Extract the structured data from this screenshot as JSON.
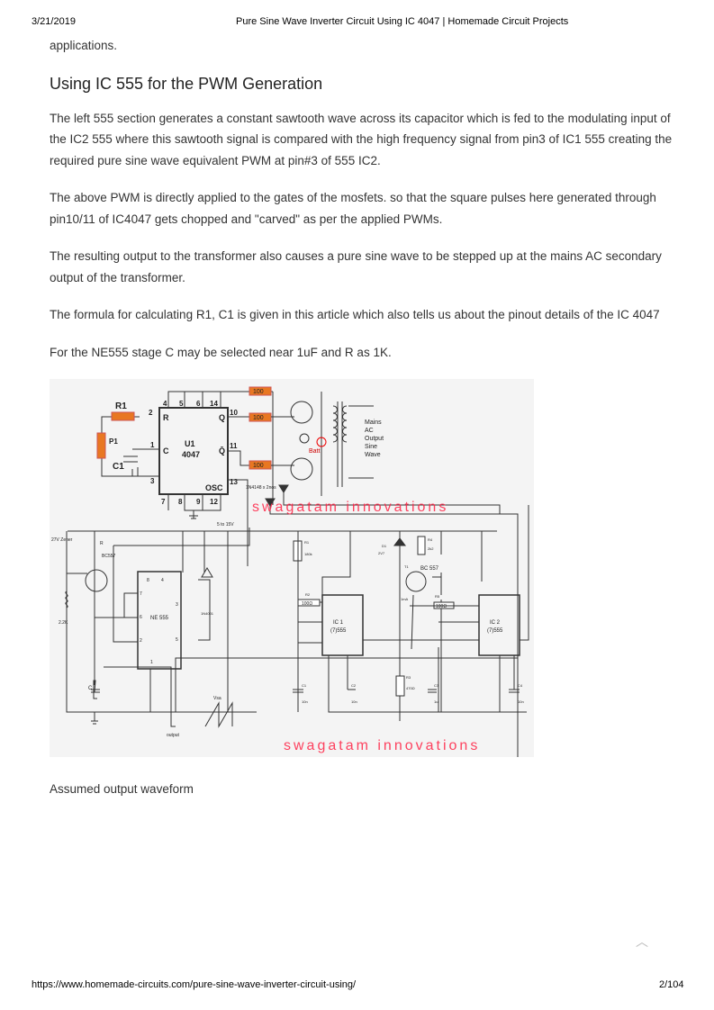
{
  "header": {
    "date": "3/21/2019",
    "title": "Pure Sine Wave Inverter Circuit Using IC 4047 | Homemade Circuit Projects"
  },
  "footer": {
    "url": "https://www.homemade-circuits.com/pure-sine-wave-inverter-circuit-using/",
    "page": "2/104"
  },
  "content": {
    "lead": "applications.",
    "heading": "Using IC 555 for the PWM Generation",
    "paragraphs": [
      "The left 555 section generates a constant sawtooth wave across its capacitor which is fed to the modulating input of the IC2 555 where this sawtooth signal is compared with the high frequency signal from pin3 of IC1 555 creating the required pure sine wave equivalent PWM at pin#3 of  555 IC2.",
      "The above PWM is directly applied to the gates of the mosfets. so that the square pulses here generated through pin10/11 of IC4047 gets chopped and \"carved\" as per the applied PWMs.",
      "The resulting output to the transformer also causes a pure sine wave to be stepped up at the mains AC secondary output of the transformer.",
      "The formula for calculating R1, C1 is given in this article which also tells us about the pinout details of the IC 4047",
      "For the NE555 stage C may be selected near 1uF and R as 1K."
    ],
    "caption": "Assumed output waveform"
  },
  "schematic": {
    "watermark": "swagatam innovations",
    "r1": "R1",
    "p1": "P1",
    "c1": "C1",
    "u1": "U1",
    "ic": "4047",
    "pin_r": "R",
    "pin_c": "C",
    "pin_q": "Q",
    "pin_qb": "Q̄",
    "pin_osc": "OSC",
    "pins_top": [
      "4",
      "5",
      "6",
      "14"
    ],
    "pins_bottom": [
      "7",
      "8",
      "9",
      "12"
    ],
    "pin2": "2",
    "pin1": "1",
    "pin3": "3",
    "pin10": "10",
    "pin11": "11",
    "pin13": "13",
    "res100": "100",
    "diodes": "1N4148 x 2nos",
    "batt": "Batt",
    "output_label": [
      "Mains",
      "AC",
      "Output",
      "Sine",
      "Wave"
    ],
    "supply": "5 to 15V",
    "zener": "27V Zener",
    "bc557": "BC557",
    "r": "R",
    "r22k": "2.2K",
    "c": "C",
    "ne555": "NE 555",
    "d1n4001": "1N4001",
    "ne_pins": [
      "8",
      "4",
      "7",
      "6",
      "2",
      "3",
      "5",
      "1"
    ],
    "output": "output",
    "vsaw": "Vsa",
    "ic1": [
      "IC 1",
      "(7)555"
    ],
    "ic2": [
      "IC 2",
      "(7)555"
    ],
    "R1": "R1",
    "R1v": "180k",
    "R2": "R2",
    "R2v": "100Ω",
    "R3": "R3",
    "R3v": "470Ω",
    "R4": "R4",
    "R4v": "2k2",
    "R5": "R5",
    "R5v": "100Ω",
    "D1": "D1",
    "D1v": "2V7",
    "T1": "T1",
    "T1v": "BC 557",
    "ma": "1mA",
    "C1": "C1",
    "C1v": "10n",
    "C2": "C2",
    "C2v": "10n",
    "C3": "C3",
    "C3v": "1u",
    "C4": "C4",
    "C4v": "10n"
  }
}
